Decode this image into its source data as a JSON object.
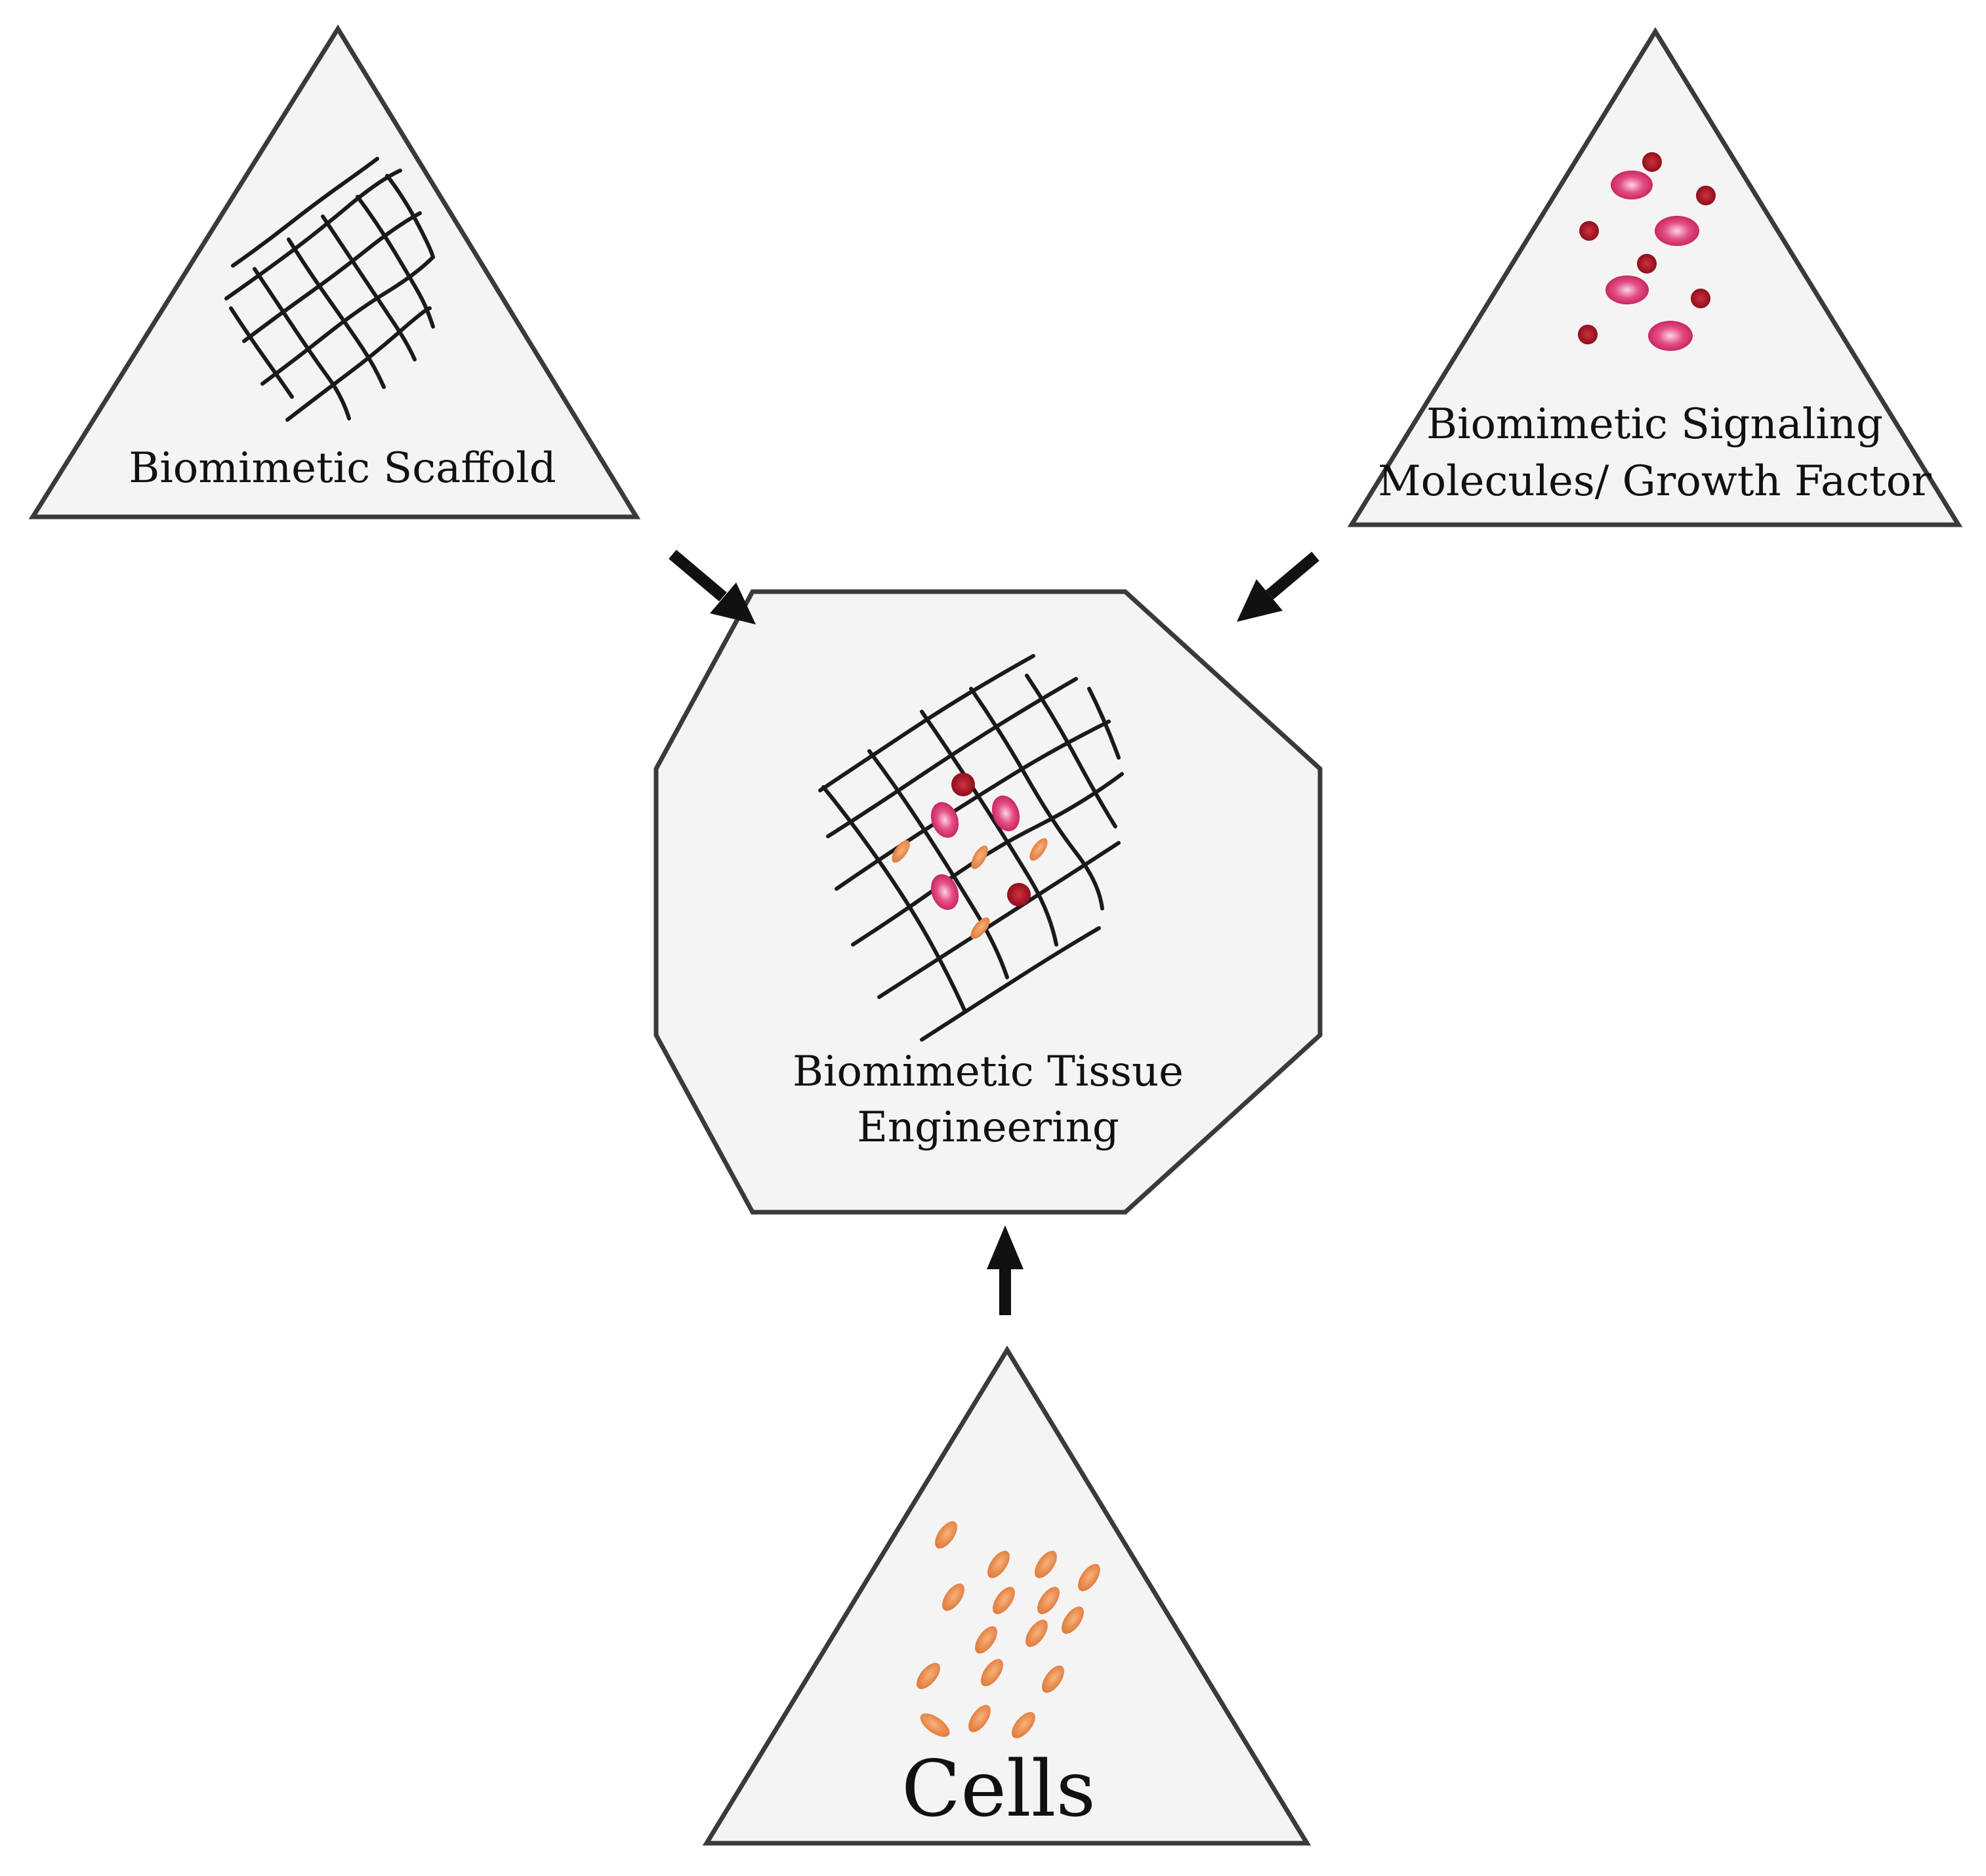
{
  "nodes": {
    "scaffold": {
      "label": "Biomimetic Scaffold"
    },
    "signaling": {
      "label_line1": "Biomimetic Signaling",
      "label_line2": "Molecules/ Growth Factor"
    },
    "tissue": {
      "label_line1": "Biomimetic Tissue",
      "label_line2": "Engineering"
    },
    "cells": {
      "label": "Cells"
    }
  },
  "edges": [
    {
      "from": "scaffold",
      "to": "tissue"
    },
    {
      "from": "signaling",
      "to": "tissue"
    },
    {
      "from": "cells",
      "to": "tissue"
    }
  ],
  "colors": {
    "outline": "#3a3a3a",
    "fill": "#f4f4f4",
    "mesh": "#1a1a1a",
    "molecule_pink": "#e0407a",
    "molecule_dark": "#a01020",
    "cell_orange": "#e8864a"
  }
}
